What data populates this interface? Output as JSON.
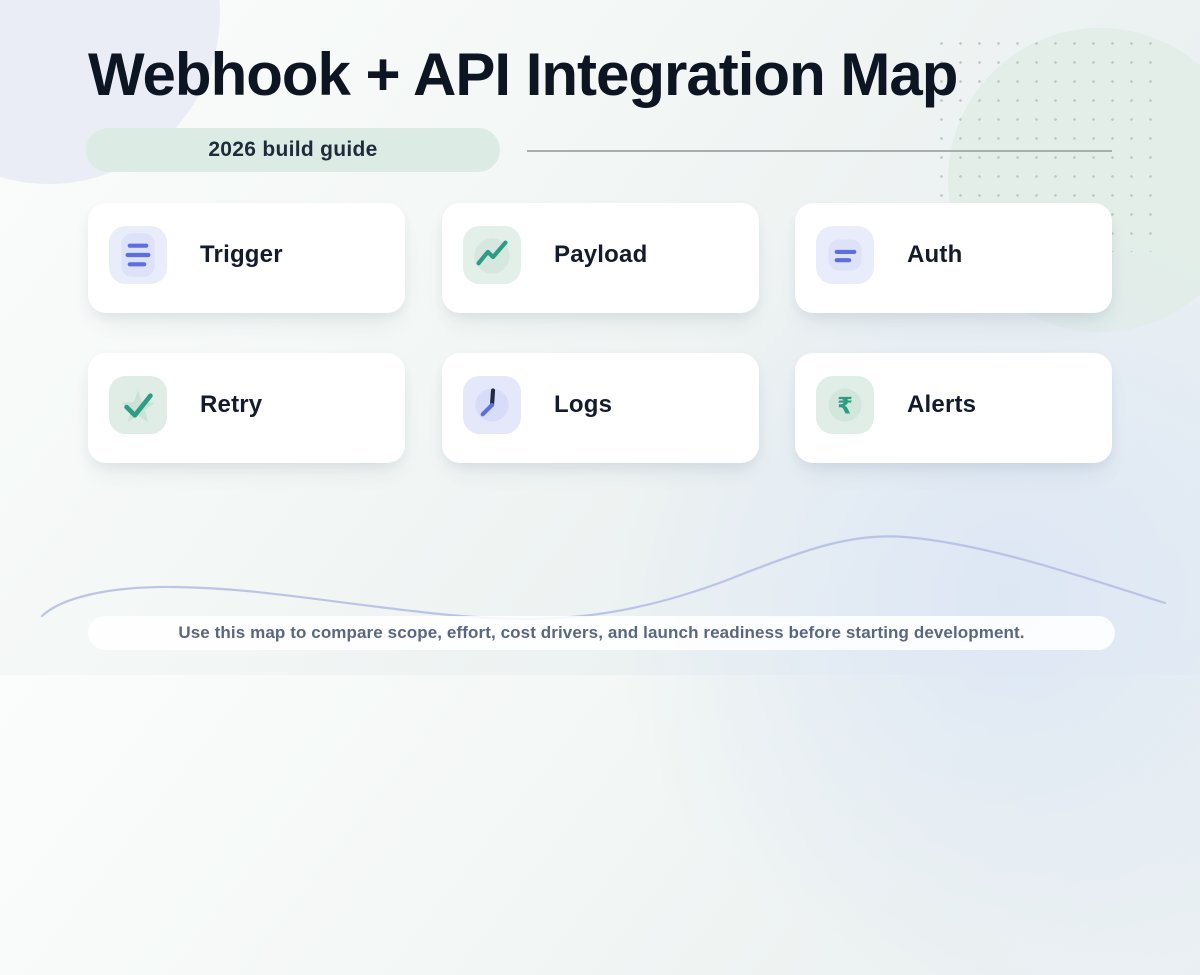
{
  "header": {
    "title": "Webhook + API Integration Map",
    "badge": "2026 build guide"
  },
  "cards": [
    {
      "label": "Trigger",
      "icon": "list-lines-icon",
      "theme": "indigo"
    },
    {
      "label": "Payload",
      "icon": "trend-up-icon",
      "theme": "mint"
    },
    {
      "label": "Auth",
      "icon": "equals-lines-icon",
      "theme": "indigo"
    },
    {
      "label": "Retry",
      "icon": "star-check-icon",
      "theme": "mint"
    },
    {
      "label": "Logs",
      "icon": "clock-icon",
      "theme": "indigo"
    },
    {
      "label": "Alerts",
      "icon": "rupee-icon",
      "theme": "mint",
      "glyph": "₹"
    }
  ],
  "footer": {
    "note": "Use this map to compare scope, effort, cost drivers, and launch readiness before starting development."
  },
  "colors": {
    "title_text": "#0d1422",
    "badge_bg": "#dcece4",
    "accent_indigo": "#5c6fdf",
    "accent_teal": "#2d9c84",
    "indigo_tile_bg": "#e9ecfa",
    "mint_tile_bg": "#e2eee8",
    "divider": "#a8adad",
    "wave": "#b6bfe4",
    "footer_text": "#5a6780"
  }
}
